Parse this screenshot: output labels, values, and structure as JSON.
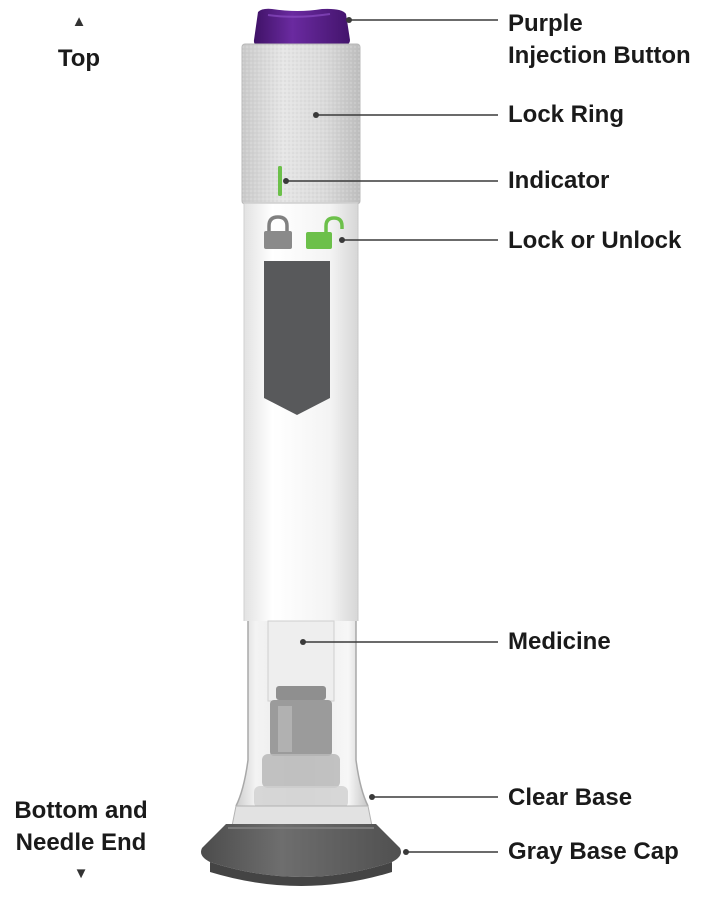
{
  "directions": {
    "top": {
      "arrow": "▲",
      "label": "Top"
    },
    "bottom": {
      "line1": "Bottom and",
      "line2": "Needle End",
      "arrow": "▼"
    }
  },
  "callouts": {
    "purple_button": {
      "line1": "Purple",
      "line2": "Injection Button"
    },
    "lock_ring": "Lock Ring",
    "indicator": "Indicator",
    "lock_unlock": "Lock or Unlock",
    "medicine": "Medicine",
    "clear_base": "Clear Base",
    "gray_base_cap": "Gray Base Cap"
  },
  "colors": {
    "purple": "#5c1e8c",
    "green": "#6cc04a",
    "gray_dark": "#58595b",
    "lock_ring": "#d9d9d9",
    "body": "#f3f3f3"
  },
  "icons": [
    "padlock-locked-icon",
    "padlock-unlocked-icon",
    "down-arrow-window-icon"
  ]
}
